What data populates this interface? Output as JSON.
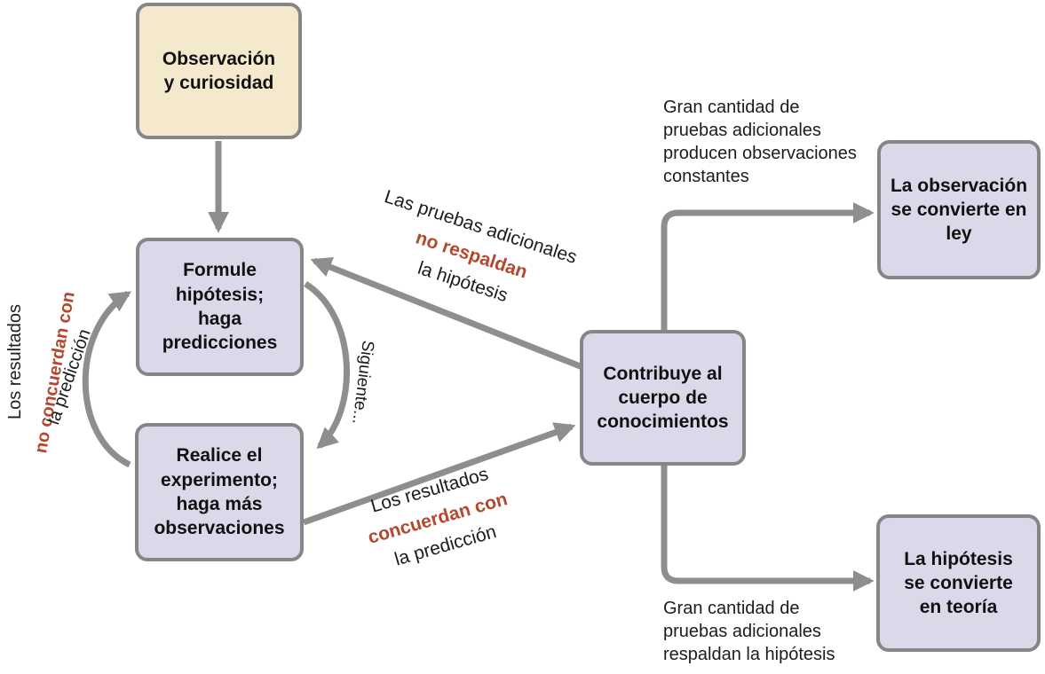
{
  "colors": {
    "arrow_gray": "#8e8e8e",
    "border_gray": "#868686",
    "box_lavender": "#d9d9ea",
    "box_cream": "#f5e9cd",
    "accent_red": "#b5472c",
    "text_dark": "#1c1c1c"
  },
  "nodes": {
    "observacion": "Observación\ny curiosidad",
    "formule": "Formule\nhipótesis;\nhaga\npredicciones",
    "realice": "Realice el\nexperimento;\nhaga más\nobservaciones",
    "contribuye": "Contribuye al\ncuerpo de\nconocimientos",
    "ley": "La observación\nse convierte en\nley",
    "teoria": "La hipótesis\nse convierte\nen teoría"
  },
  "labels": {
    "pruebas_constantes": "Gran cantidad de\npruebas adicionales\nproducen observaciones\nconstantes",
    "pruebas_respaldan": "Gran cantidad de\npruebas adicionales\nrespaldan la hipótesis",
    "no_respaldan": {
      "line1": "Las pruebas adicionales",
      "line2": "no respaldan",
      "line3": "la hipótesis"
    },
    "concuerdan": {
      "line1": "Los resultados",
      "line2": "concuerdan con",
      "line3": "la predicción"
    },
    "no_concuerdan": {
      "line1": "Los resultados",
      "line2": "no concuerdan con",
      "line3": "la predicción"
    },
    "siguiente": "Siguiente..."
  }
}
